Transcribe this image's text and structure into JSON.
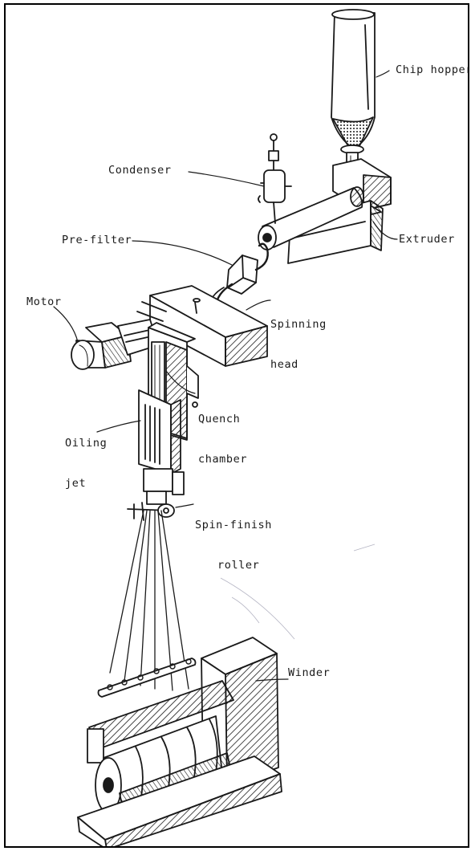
{
  "labels": {
    "chip_hopper": "Chip hopper",
    "condenser": "Condenser",
    "extruder": "Extruder",
    "pre_filter": "Pre-filter",
    "motor": "Motor",
    "spinning_head": [
      "Spinning",
      "head"
    ],
    "quench_chamber": [
      "Quench",
      "chamber"
    ],
    "oiling_jet": [
      "Oiling",
      "jet"
    ],
    "spin_finish_roller": [
      "Spin-finish",
      "roller"
    ],
    "winder": "Winder"
  },
  "colors": {
    "ink": "#1a1a1a",
    "paper": "#ffffff",
    "frame": "#000000"
  }
}
